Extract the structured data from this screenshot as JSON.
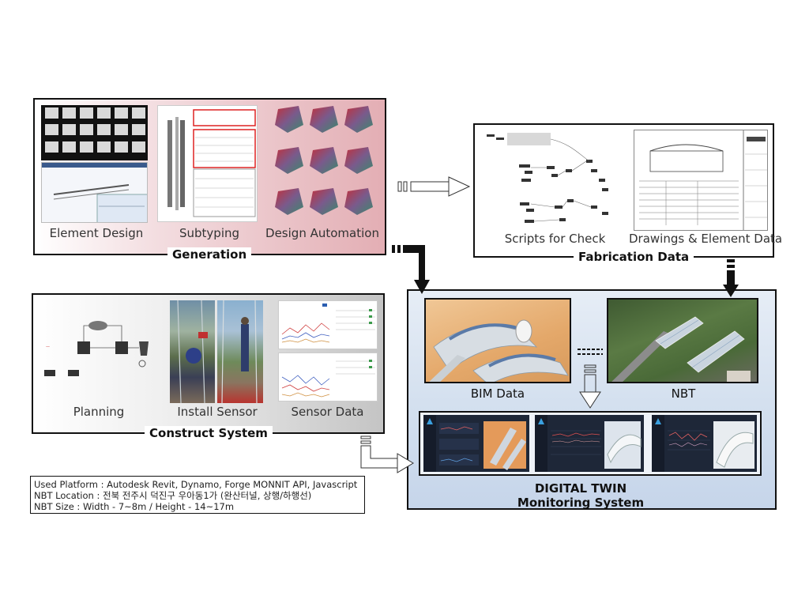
{
  "generation": {
    "title": "Generation",
    "items": [
      {
        "label": "Element Design"
      },
      {
        "label": "Subtyping"
      },
      {
        "label": "Design Automation"
      }
    ]
  },
  "fabrication": {
    "title": "Fabrication Data",
    "items": [
      {
        "label": "Scripts for Check"
      },
      {
        "label": "Drawings & Element Data"
      }
    ]
  },
  "construct": {
    "title": "Construct System",
    "items": [
      {
        "label": "Planning"
      },
      {
        "label": "Install Sensor"
      },
      {
        "label": "Sensor Data"
      }
    ]
  },
  "digital_twin": {
    "title_line1": "DIGITAL TWIN",
    "title_line2": "Monitoring System",
    "items": [
      {
        "label": "BIM Data"
      },
      {
        "label": "NBT"
      }
    ]
  },
  "info": {
    "lines": [
      "Used Platform : Autodesk Revit, Dynamo, Forge MONNIT API, Javascript",
      "NBT Location : 전북 전주시 덕진구 우아동1가 (완산터널, 상행/하행선)",
      "NBT Size : Width - 7~8m / Height - 14~17m"
    ]
  },
  "colors": {
    "generation_bg": "#e8b9be",
    "digital_twin_bg": "#c9d7ea",
    "construct_bg": "#d4d4d4",
    "dashboard_bg": "#1e2738"
  }
}
